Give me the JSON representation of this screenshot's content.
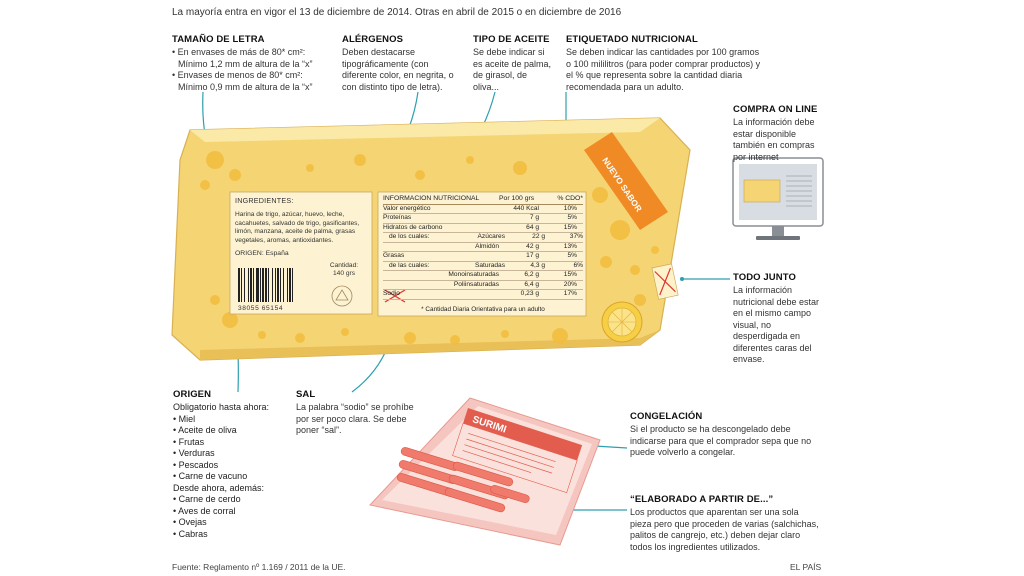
{
  "intro": "La mayoría entra en vigor el 13 de diciembre de 2014. Otras en abril de 2015 o en diciembre de 2016",
  "sections": {
    "tamano": {
      "title": "TAMAÑO DE LETRA",
      "items": [
        "• En envases de más de 80* cm²:",
        "  Mínimo 1,2 mm de altura de la “x”",
        "• Envases de menos de 80* cm²:",
        "  Mínimo 0,9 mm de altura de la “x”"
      ]
    },
    "alergenos": {
      "title": "ALÉRGENOS",
      "text": "Deben destacarse tipográficamente (con diferente color, en negrita, o con distinto tipo de letra)."
    },
    "aceite": {
      "title": "TIPO DE ACEITE",
      "text": "Se debe indicar si es aceite de palma, de girasol, de oliva..."
    },
    "etiquetado": {
      "title": "ETIQUETADO NUTRICIONAL",
      "text": "Se deben indicar las cantidades por 100 gramos o 100 mililitros (para poder comprar productos) y el % que representa sobre la cantidad diaria recomendada para un adulto."
    },
    "compra": {
      "title": "COMPRA ON LINE",
      "text": "La información debe estar disponible también en compras por internet"
    },
    "junto": {
      "title": "TODO JUNTO",
      "text": "La información nutricional debe estar en el mismo campo visual, no desperdigada en diferentes caras del envase."
    },
    "origen": {
      "title": "ORIGEN",
      "items": [
        "Obligatorio hasta ahora:",
        "• Miel",
        "• Aceite de oliva",
        "• Frutas",
        "• Verduras",
        "• Pescados",
        "• Carne de vacuno",
        "Desde ahora, además:",
        "• Carne de cerdo",
        "• Aves de corral",
        "• Ovejas",
        "• Cabras"
      ]
    },
    "sal": {
      "title": "SAL",
      "text": "La palabra “sodio” se prohíbe por ser poco clara. Se debe poner “sal”."
    },
    "congelacion": {
      "title": "CONGELACIÓN",
      "text": "Si el producto se ha descongelado debe indicarse para que el comprador sepa que no puede volverlo a congelar."
    },
    "elaborado": {
      "title": "“ELABORADO A PARTIR DE...”",
      "text": "Los productos que aparentan ser una sola pieza pero que proceden de varias (salchichas, palitos de cangrejo, etc.) deben dejar claro todos los ingredientes utilizados."
    }
  },
  "label": {
    "ingredients_title": "INGREDIENTES:",
    "ingredients_text": "Harina de trigo, azúcar, huevo, leche, cacahuetes, salvado de trigo, gasificantes, limón, manzana, aceite de palma, grasas vegetales, aromas, antioxidantes.",
    "origin": "ORIGEN: España",
    "quantity_label": "Cantidad:",
    "quantity_value": "140 grs",
    "barcode_number": "38055 65154",
    "badge": "NUEVO SABOR",
    "nutrition": {
      "header": [
        "INFORMACION NUTRICIONAL",
        "Por 100 grs",
        "% CDO*"
      ],
      "rows": [
        [
          "Valor energético",
          "",
          "440 Kcal",
          "10%"
        ],
        [
          "Proteínas",
          "",
          "7 g",
          "5%"
        ],
        [
          "Hidratos de carbono",
          "",
          "64 g",
          "15%"
        ],
        [
          "de los cuales:",
          "Azúcares",
          "22 g",
          "37%"
        ],
        [
          "",
          "Almidón",
          "42 g",
          "13%"
        ],
        [
          "Grasas",
          "",
          "17 g",
          "5%"
        ],
        [
          "de las cuales:",
          "Saturadas",
          "4,3 g",
          "6%"
        ],
        [
          "",
          "Monoinsaturadas",
          "6,2 g",
          "15%"
        ],
        [
          "",
          "Poliinsaturadas",
          "6,4 g",
          "20%"
        ],
        [
          "Sodio",
          "",
          "0,23 g",
          "17%"
        ]
      ],
      "footnote": "* Cantidad Diaria Orientativa para un adulto"
    }
  },
  "surimi_label": "SURIMI",
  "source": "Fuente: Reglamento nº 1.169 / 2011 de la UE.",
  "credit": "EL PAÍS",
  "colors": {
    "cake": "#f7dc86",
    "cake_dark": "#f0c04d",
    "leader": "#2e9fb0",
    "badge": "#f08a24",
    "surimi": "#e35d4e"
  }
}
